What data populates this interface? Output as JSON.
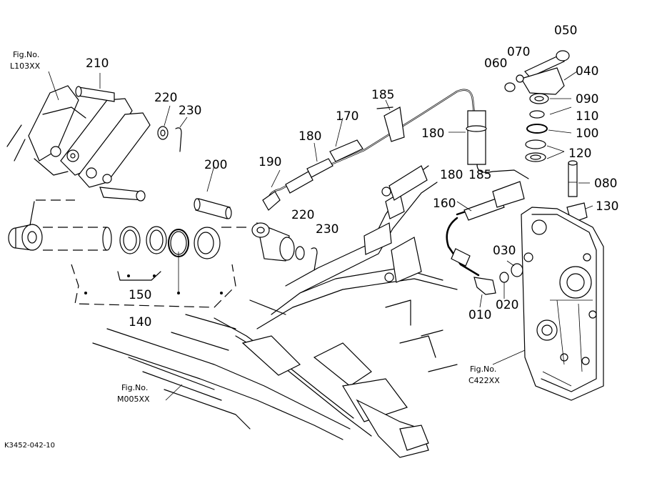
{
  "diagram": {
    "part_labels": [
      {
        "id": "p010",
        "text": "010"
      },
      {
        "id": "p020",
        "text": "020"
      },
      {
        "id": "p030",
        "text": "030"
      },
      {
        "id": "p040",
        "text": "040"
      },
      {
        "id": "p050",
        "text": "050"
      },
      {
        "id": "p060",
        "text": "060"
      },
      {
        "id": "p070",
        "text": "070"
      },
      {
        "id": "p080",
        "text": "080"
      },
      {
        "id": "p090",
        "text": "090"
      },
      {
        "id": "p100",
        "text": "100"
      },
      {
        "id": "p110",
        "text": "110"
      },
      {
        "id": "p120",
        "text": "120"
      },
      {
        "id": "p130",
        "text": "130"
      },
      {
        "id": "p140",
        "text": "140"
      },
      {
        "id": "p150",
        "text": "150"
      },
      {
        "id": "p160",
        "text": "160"
      },
      {
        "id": "p170",
        "text": "170"
      },
      {
        "id": "p180a",
        "text": "180"
      },
      {
        "id": "p180b",
        "text": "180"
      },
      {
        "id": "p180c",
        "text": "180"
      },
      {
        "id": "p185a",
        "text": "185"
      },
      {
        "id": "p185b",
        "text": "185"
      },
      {
        "id": "p190",
        "text": "190"
      },
      {
        "id": "p200",
        "text": "200"
      },
      {
        "id": "p210",
        "text": "210"
      },
      {
        "id": "p220a",
        "text": "220"
      },
      {
        "id": "p220b",
        "text": "220"
      },
      {
        "id": "p230a",
        "text": "230"
      },
      {
        "id": "p230b",
        "text": "230"
      }
    ],
    "fig_refs": [
      {
        "id": "l103",
        "label": "Fig.No.",
        "code": "L103XX"
      },
      {
        "id": "m005",
        "label": "Fig.No.",
        "code": "M005XX"
      },
      {
        "id": "c422",
        "label": "Fig.No.",
        "code": "C422XX"
      }
    ],
    "drawing_code": "K3452-042-10"
  }
}
